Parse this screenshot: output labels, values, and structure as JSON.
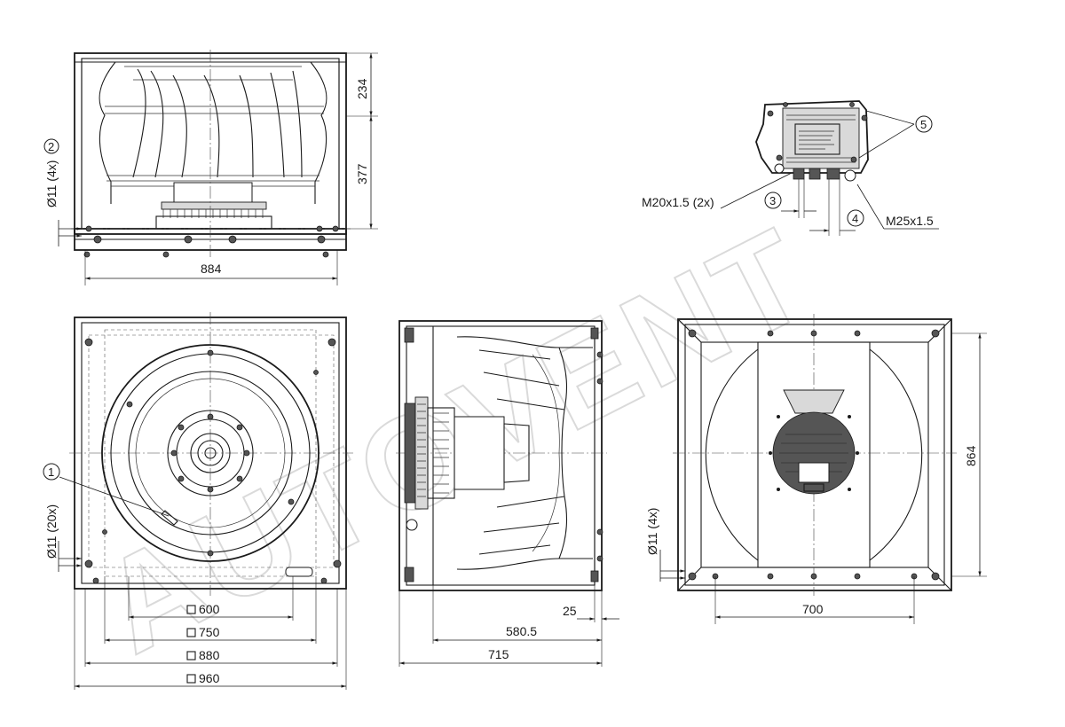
{
  "top_view": {
    "dims": {
      "height_upper": "234",
      "height_lower": "377",
      "width": "884",
      "hole_label": "Ø11 (4x)"
    },
    "callout_2": "2"
  },
  "connection_box": {
    "gland_small": "M20x1.5 (2x)",
    "gland_large": "M25x1.5",
    "callout_3": "3",
    "callout_4": "4",
    "callout_5": "5"
  },
  "front_view": {
    "hole_label": "Ø11 (20x)",
    "callout_1": "1",
    "square_dims": [
      "600",
      "750",
      "880",
      "960"
    ]
  },
  "side_view": {
    "dims": {
      "offset": "25",
      "depth_inner": "580.5",
      "depth_total": "715"
    }
  },
  "rear_view": {
    "dims": {
      "height": "864",
      "hole_spacing": "700",
      "hole_label": "Ø11 (4x)"
    }
  },
  "watermark": "AUTOVENT"
}
